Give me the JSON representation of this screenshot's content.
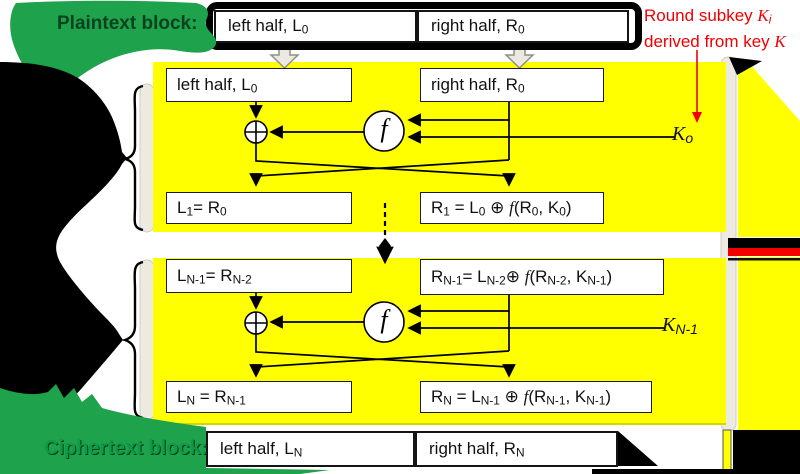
{
  "colors": {
    "panel_yellow": "#ffff00",
    "highlight_green": "#1ea24b",
    "note_red": "#f00002",
    "stripe_red": "#f40000",
    "black": "#000000"
  },
  "annotations": {
    "plaintext": "Plaintext block:",
    "ciphertext": "Ciphertext block:",
    "subkey_note_line1": [
      [
        "t",
        "Round subkey "
      ],
      [
        "i",
        "K"
      ],
      [
        "si",
        "i"
      ]
    ],
    "subkey_note_line2": [
      [
        "t",
        "derived from key "
      ],
      [
        "i",
        "K"
      ]
    ]
  },
  "top_bar": {
    "left": [
      [
        "t",
        "left half, L"
      ],
      [
        "s",
        "0"
      ]
    ],
    "right": [
      [
        "t",
        "right half, R"
      ],
      [
        "s",
        "0"
      ]
    ]
  },
  "round1": {
    "top_left": [
      [
        "t",
        "left half, L"
      ],
      [
        "s",
        "0"
      ]
    ],
    "top_right": [
      [
        "t",
        "right half, R"
      ],
      [
        "s",
        "0"
      ]
    ],
    "bottom_left": [
      [
        "t",
        "L"
      ],
      [
        "s",
        "1"
      ],
      [
        "t",
        "= R"
      ],
      [
        "s",
        "0"
      ]
    ],
    "bottom_right": [
      [
        "t",
        "R"
      ],
      [
        "s",
        "1"
      ],
      [
        "t",
        " = L"
      ],
      [
        "s",
        "0"
      ],
      [
        "t",
        " ⊕ "
      ],
      [
        "i",
        "f"
      ],
      [
        "t",
        "(R"
      ],
      [
        "s",
        "0"
      ],
      [
        "t",
        ", K"
      ],
      [
        "s",
        "0"
      ],
      [
        "t",
        ")"
      ]
    ],
    "f_label": "f",
    "key_label": [
      [
        "i",
        "K"
      ],
      [
        "si",
        "o"
      ]
    ]
  },
  "round2": {
    "top_left": [
      [
        "t",
        "L"
      ],
      [
        "s",
        "N-1"
      ],
      [
        "t",
        "= R"
      ],
      [
        "s",
        "N-2"
      ]
    ],
    "top_right": [
      [
        "t",
        "R"
      ],
      [
        "s",
        "N-1"
      ],
      [
        "t",
        "= L"
      ],
      [
        "s",
        "N-2"
      ],
      [
        "t",
        "⊕ "
      ],
      [
        "i",
        "f"
      ],
      [
        "t",
        "(R"
      ],
      [
        "s",
        "N-2"
      ],
      [
        "t",
        ", K"
      ],
      [
        "s",
        "N-1"
      ],
      [
        "t",
        ")"
      ]
    ],
    "bottom_left": [
      [
        "t",
        "L"
      ],
      [
        "s",
        "N"
      ],
      [
        "t",
        " = R"
      ],
      [
        "s",
        "N-1"
      ]
    ],
    "bottom_right": [
      [
        "t",
        "R"
      ],
      [
        "s",
        "N"
      ],
      [
        "t",
        " = L"
      ],
      [
        "s",
        "N-1"
      ],
      [
        "t",
        " ⊕ "
      ],
      [
        "i",
        "f"
      ],
      [
        "t",
        "(R"
      ],
      [
        "s",
        "N-1"
      ],
      [
        "t",
        ", K"
      ],
      [
        "s",
        "N-1"
      ],
      [
        "t",
        ")"
      ]
    ],
    "f_label": "f",
    "key_label": [
      [
        "i",
        "K"
      ],
      [
        "si",
        "N-1"
      ]
    ]
  },
  "bottom_bar": {
    "left": [
      [
        "t",
        "left half, L"
      ],
      [
        "s",
        "N"
      ]
    ],
    "right": [
      [
        "t",
        "right half, R"
      ],
      [
        "s",
        "N"
      ]
    ]
  }
}
